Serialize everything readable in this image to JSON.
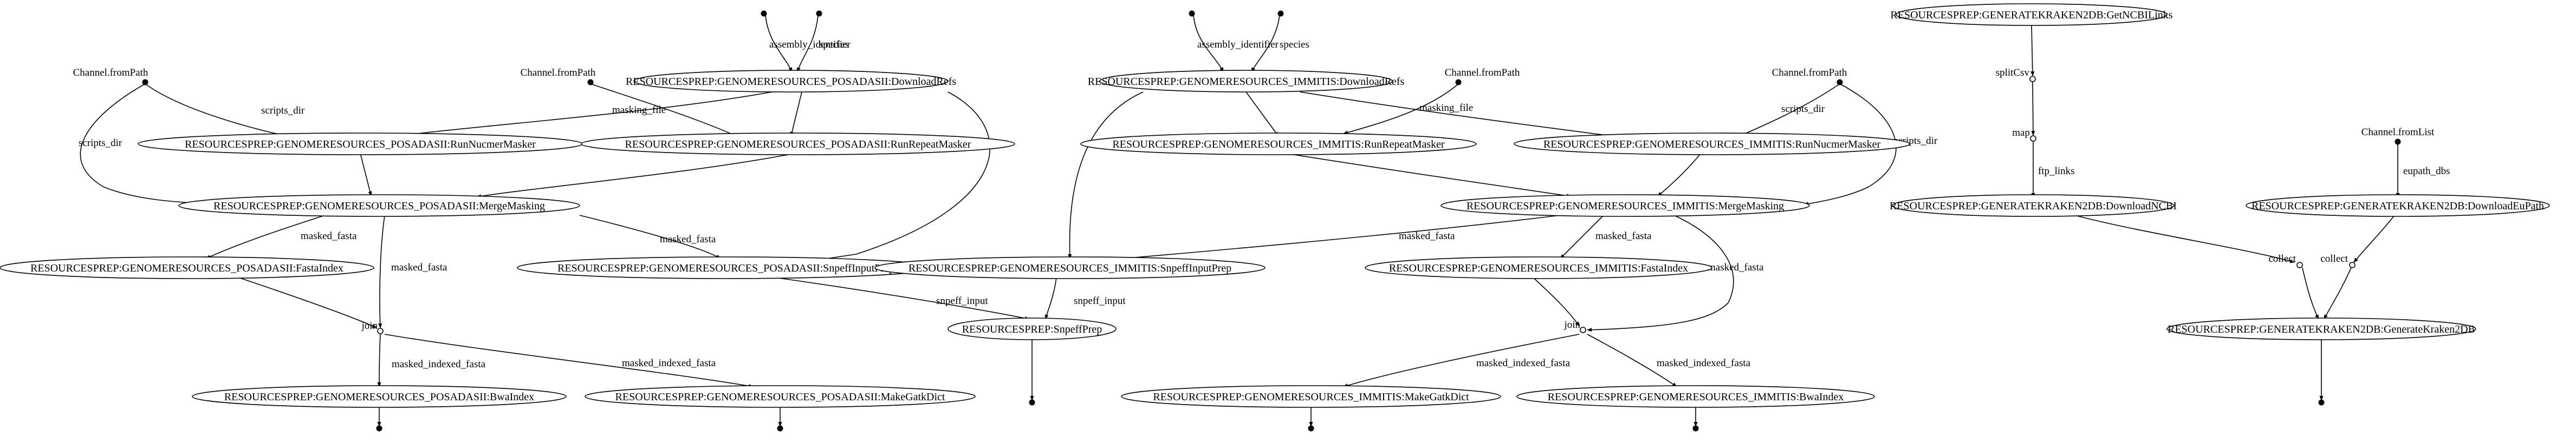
{
  "nodes": [
    {
      "id": "p_dlrefs",
      "label": "RESOURCESPREP:GENOMERESOURCES_POSADASII:DownloadRefs"
    },
    {
      "id": "p_nuc",
      "label": "RESOURCESPREP:GENOMERESOURCES_POSADASII:RunNucmerMasker"
    },
    {
      "id": "p_rep",
      "label": "RESOURCESPREP:GENOMERESOURCES_POSADASII:RunRepeatMasker"
    },
    {
      "id": "p_merge",
      "label": "RESOURCESPREP:GENOMERESOURCES_POSADASII:MergeMasking"
    },
    {
      "id": "p_fai",
      "label": "RESOURCESPREP:GENOMERESOURCES_POSADASII:FastaIndex"
    },
    {
      "id": "p_snpeff",
      "label": "RESOURCESPREP:GENOMERESOURCES_POSADASII:SnpeffInputPrep"
    },
    {
      "id": "p_bwa",
      "label": "RESOURCESPREP:GENOMERESOURCES_POSADASII:BwaIndex"
    },
    {
      "id": "p_gatk",
      "label": "RESOURCESPREP:GENOMERESOURCES_POSADASII:MakeGatkDict"
    },
    {
      "id": "i_dlrefs",
      "label": "RESOURCESPREP:GENOMERESOURCES_IMMITIS:DownloadRefs"
    },
    {
      "id": "i_rep",
      "label": "RESOURCESPREP:GENOMERESOURCES_IMMITIS:RunRepeatMasker"
    },
    {
      "id": "i_nuc",
      "label": "RESOURCESPREP:GENOMERESOURCES_IMMITIS:RunNucmerMasker"
    },
    {
      "id": "i_merge",
      "label": "RESOURCESPREP:GENOMERESOURCES_IMMITIS:MergeMasking"
    },
    {
      "id": "i_snpeff",
      "label": "RESOURCESPREP:GENOMERESOURCES_IMMITIS:SnpeffInputPrep"
    },
    {
      "id": "i_fai",
      "label": "RESOURCESPREP:GENOMERESOURCES_IMMITIS:FastaIndex"
    },
    {
      "id": "snpeffprep",
      "label": "RESOURCESPREP:SnpeffPrep"
    },
    {
      "id": "i_gatk",
      "label": "RESOURCESPREP:GENOMERESOURCES_IMMITIS:MakeGatkDict"
    },
    {
      "id": "i_bwa",
      "label": "RESOURCESPREP:GENOMERESOURCES_IMMITIS:BwaIndex"
    },
    {
      "id": "k_getncbi",
      "label": "RESOURCESPREP:GENERATEKRAKEN2DB:GetNCBILinks"
    },
    {
      "id": "k_dlncbi",
      "label": "RESOURCESPREP:GENERATEKRAKEN2DB:DownloadNCBI"
    },
    {
      "id": "k_dleu",
      "label": "RESOURCESPREP:GENERATEKRAKEN2DB:DownloadEuPath"
    },
    {
      "id": "k_gen",
      "label": "RESOURCESPREP:GENERATEKRAKEN2DB:GenerateKraken2DB"
    }
  ],
  "sources": [
    {
      "id": "s_fp1",
      "label": "Channel.fromPath"
    },
    {
      "id": "s_fp2",
      "label": "Channel.fromPath"
    },
    {
      "id": "s_fp3",
      "label": "Channel.fromPath"
    },
    {
      "id": "s_fp4",
      "label": "Channel.fromPath"
    },
    {
      "id": "s_fl",
      "label": "Channel.fromList"
    }
  ],
  "operators": [
    {
      "id": "o_join1",
      "label": "join"
    },
    {
      "id": "o_join2",
      "label": "join"
    },
    {
      "id": "o_split",
      "label": "splitCsv"
    },
    {
      "id": "o_map",
      "label": "map"
    },
    {
      "id": "o_collect1",
      "label": "collect"
    },
    {
      "id": "o_collect2",
      "label": "collect"
    }
  ],
  "edges": [
    {
      "id": "e1",
      "label": "assembly_identifier"
    },
    {
      "id": "e2",
      "label": "species"
    },
    {
      "id": "e3",
      "label": "scripts_dir"
    },
    {
      "id": "e4",
      "label": "masking_file"
    },
    {
      "id": "e5",
      "label": "scripts_dir"
    },
    {
      "id": "e6",
      "label": "masked_fasta"
    },
    {
      "id": "e7",
      "label": "masked_fasta"
    },
    {
      "id": "e8",
      "label": "masked_fasta"
    },
    {
      "id": "e9",
      "label": "snpeff_input"
    },
    {
      "id": "e10",
      "label": "masked_indexed_fasta"
    },
    {
      "id": "e11",
      "label": "masked_indexed_fasta"
    },
    {
      "id": "e12",
      "label": "assembly_identifier"
    },
    {
      "id": "e13",
      "label": "species"
    },
    {
      "id": "e14",
      "label": "masking_file"
    },
    {
      "id": "e15",
      "label": "scripts_dir"
    },
    {
      "id": "e16",
      "label": "scripts_dir"
    },
    {
      "id": "e17",
      "label": "masked_fasta"
    },
    {
      "id": "e18",
      "label": "masked_fasta"
    },
    {
      "id": "e19",
      "label": "masked_fasta"
    },
    {
      "id": "e20",
      "label": "snpeff_input"
    },
    {
      "id": "e21",
      "label": "masked_indexed_fasta"
    },
    {
      "id": "e22",
      "label": "masked_indexed_fasta"
    },
    {
      "id": "e23",
      "label": "ftp_links"
    },
    {
      "id": "e24",
      "label": "eupath_dbs"
    }
  ],
  "colors": {
    "stroke": "#000000",
    "background": "#ffffff",
    "text": "#000000"
  }
}
